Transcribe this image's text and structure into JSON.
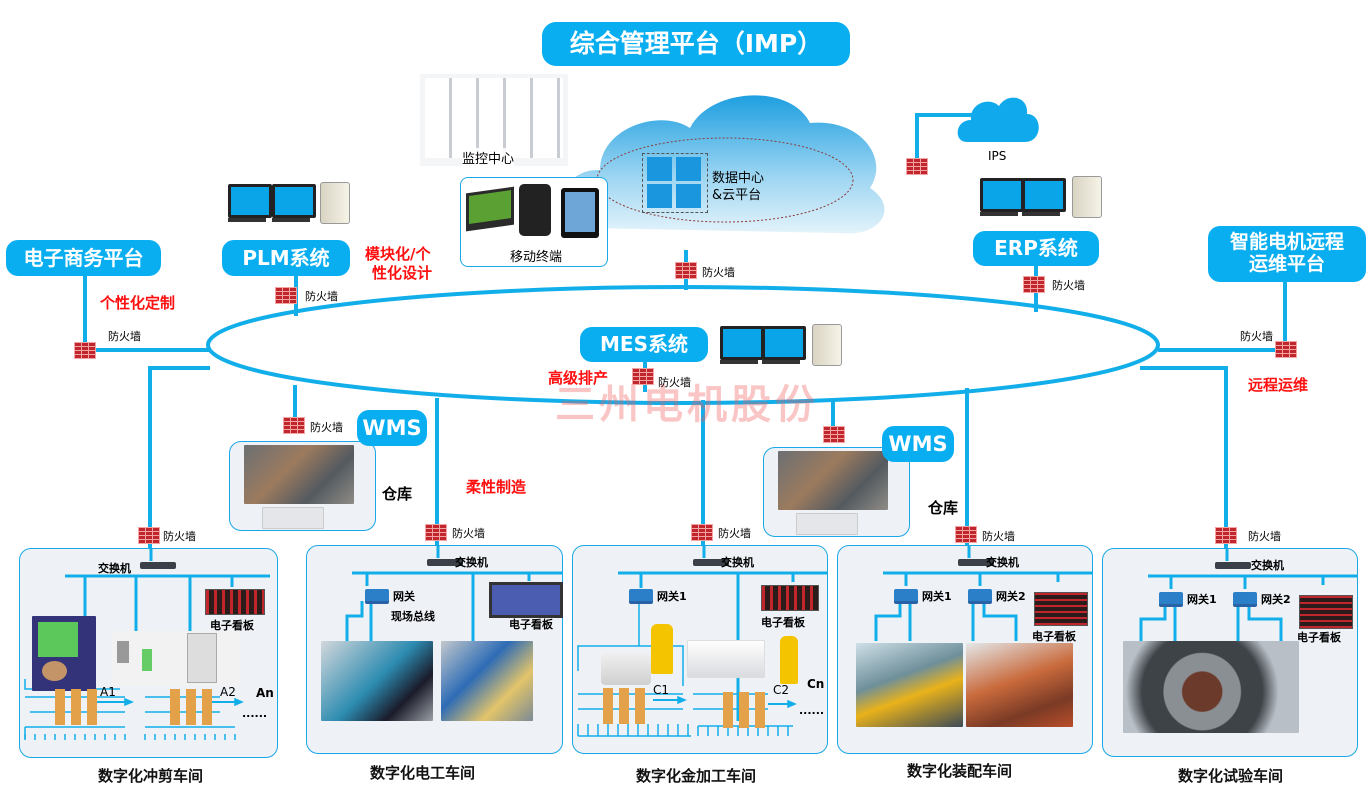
{
  "title": "综合管理平台（IMP）",
  "cloud": {
    "monitor_label": "监控中心",
    "mobile_label": "移动终端",
    "datacenter_label_line1": "数据中心",
    "datacenter_label_line2": "&云平台",
    "ips_label": "IPS"
  },
  "systems": {
    "ecommerce": "电子商务平台",
    "plm": "PLM系统",
    "erp": "ERP系统",
    "mes": "MES系统",
    "remote_line1": "智能电机远程",
    "remote_line2": "运维平台",
    "wms": "WMS"
  },
  "annotations": {
    "custom": "个性化定制",
    "modular_line1": "模块化/个",
    "modular_line2": "性化设计",
    "scheduling": "高级排产",
    "flexible": "柔性制造",
    "remote_ops": "远程运维",
    "watermark": "三州电机股份"
  },
  "labels": {
    "firewall": "防火墙",
    "switch": "交换机",
    "kanban": "电子看板",
    "gateway": "网关",
    "gateway1": "网关1",
    "gateway2": "网关2",
    "fieldbus": "现场总线",
    "warehouse": "仓库"
  },
  "workshops": [
    {
      "name": "数字化冲剪车间",
      "lines": [
        "A1",
        "A2",
        "An"
      ],
      "more": "......"
    },
    {
      "name": "数字化电工车间"
    },
    {
      "name": "数字化金加工车间",
      "lines": [
        "C1",
        "C2",
        "Cn"
      ],
      "more": "......"
    },
    {
      "name": "数字化装配车间"
    },
    {
      "name": "数字化试验车间"
    }
  ],
  "colors": {
    "accent": "#08aef0",
    "line": "#12aeea",
    "red": "#ff1010",
    "firewall": "#c0262b"
  }
}
